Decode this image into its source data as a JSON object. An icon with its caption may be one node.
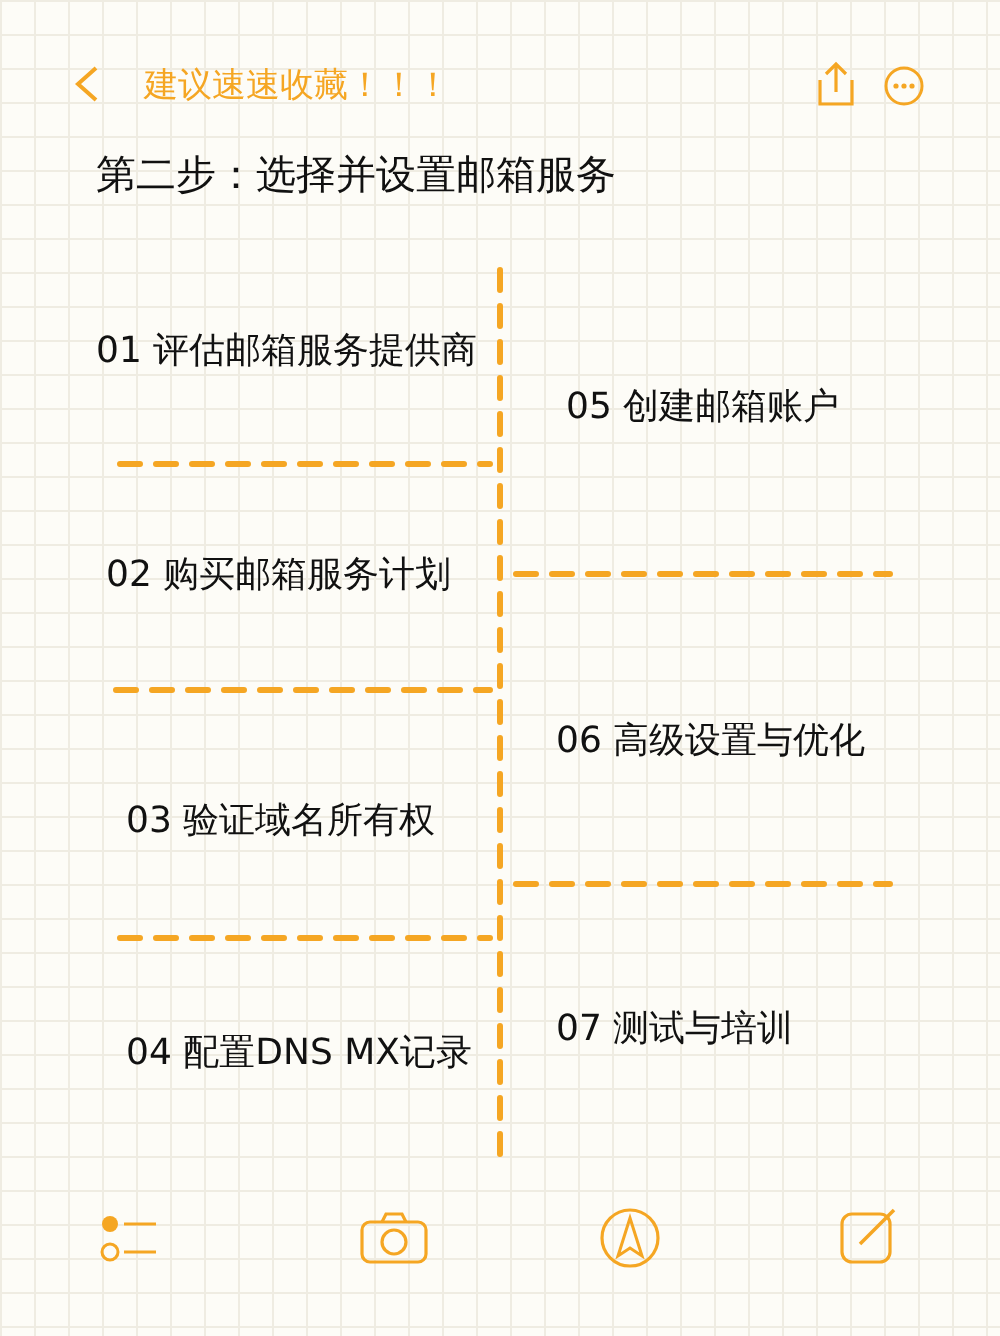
{
  "diagram": {
    "title": "第二步：选择并设置邮箱服务",
    "labels": [
      "建议速速收藏！！！",
      "01 评估邮箱服务提供商",
      "05 创建邮箱账户",
      "02 购买邮箱服务计划",
      "06 高级设置与优化",
      "03 验证域名所有权",
      "07 测试与培训",
      "04 配置DNS MX记录"
    ]
  }
}
